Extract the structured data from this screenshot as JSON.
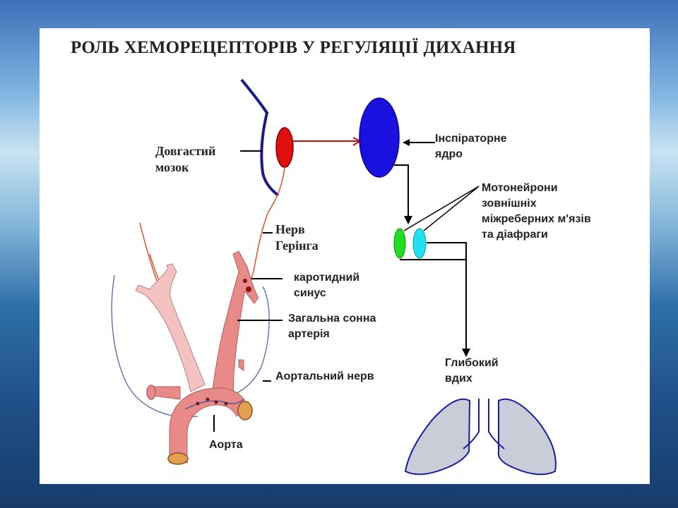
{
  "title": "РОЛЬ ХЕМОРЕЦЕПТОРІВ У РЕГУЛЯЦІЇ ДИХАННЯ",
  "labels": {
    "medulla": "Довгастий\nмозок",
    "inspiratory_nucleus": "Інспіраторне\nядро",
    "motoneurons": "Мотонейрони\nзовнішніх\nміжреберних м'язів\nта діафраги",
    "hering_nerve": "Нерв\nГерінга",
    "carotid_sinus": "каротидний\nсинус",
    "common_carotid": "Загальна сонна\nартерія",
    "aortic_nerve": "Аортальний нерв",
    "aorta": "Аорта",
    "deep_breath": "Глибокий\nвдих"
  },
  "colors": {
    "chemoreceptor_center": "#e01010",
    "inspiratory_nucleus": "#1a10e0",
    "motoneuron_intercostal": "#22dd22",
    "motoneuron_diaphragm": "#22e0f0",
    "artery": "#e88a88",
    "lungs_fill": "#c8cdd8",
    "lungs_outline": "#1a1aa0"
  }
}
